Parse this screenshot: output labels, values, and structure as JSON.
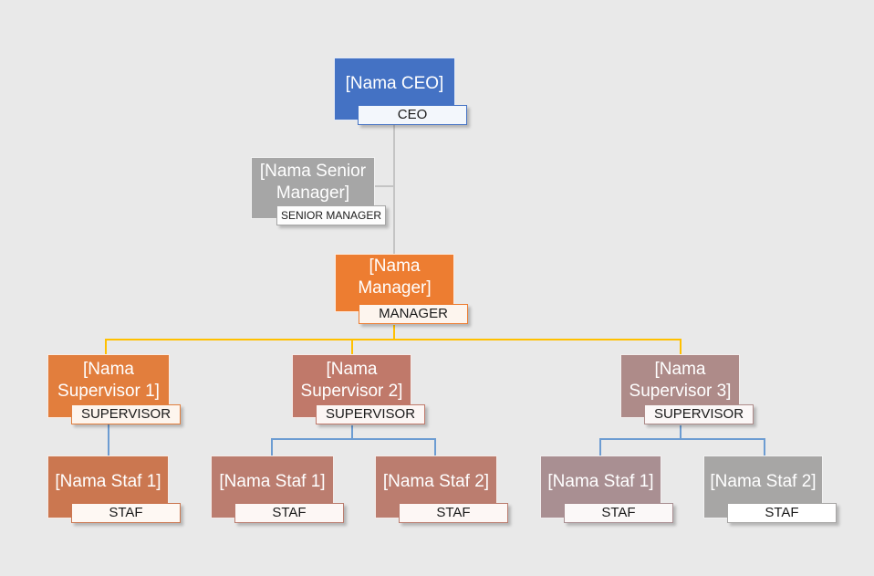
{
  "diagram": {
    "type": "org-chart",
    "background": "#E9E9E9",
    "node_text_color": "#FFFFFF",
    "badge_text_color": "#1A1A1A"
  },
  "connectors": {
    "ceo_branch_color": "#C4C4C4",
    "manager_branch_color": "#FFC000",
    "supervisor_branch_color": "#6C9CD2"
  },
  "nodes": {
    "ceo": {
      "name": "[Nama CEO]",
      "title": "CEO",
      "fill": "#4472C4",
      "badge_fill": "#F3F7FC",
      "badge_border": "#4472C4",
      "reports_to": null
    },
    "senior_manager": {
      "name": "[Nama Senior Manager]",
      "title": "SENIOR MANAGER",
      "fill": "#A6A6A6",
      "badge_fill": "#FDFDFD",
      "badge_border": "#A6A6A6",
      "reports_to": "ceo"
    },
    "manager": {
      "name": "[Nama Manager]",
      "title": "MANAGER",
      "fill": "#ED7D31",
      "badge_fill": "#FDF5EE",
      "badge_border": "#ED7D31",
      "reports_to": "ceo"
    },
    "supervisor1": {
      "name": "[Nama Supervisor 1]",
      "title": "SUPERVISOR",
      "fill": "#E27E3D",
      "badge_fill": "#FDF5EE",
      "badge_border": "#E27E3D",
      "reports_to": "manager"
    },
    "supervisor2": {
      "name": "[Nama Supervisor 2]",
      "title": "SUPERVISOR",
      "fill": "#C0796A",
      "badge_fill": "#FCF6F4",
      "badge_border": "#C0796A",
      "reports_to": "manager"
    },
    "supervisor3": {
      "name": "[Nama Supervisor 3]",
      "title": "SUPERVISOR",
      "fill": "#AE8B89",
      "badge_fill": "#FBF7F7",
      "badge_border": "#AE8B89",
      "reports_to": "manager"
    },
    "staf1_1": {
      "name": "[Nama Staf 1]",
      "title": "STAF",
      "fill": "#CB7750",
      "badge_fill": "#FEF8F3",
      "badge_border": "#CB7750",
      "reports_to": "supervisor1"
    },
    "staf2_1": {
      "name": "[Nama Staf 1]",
      "title": "STAF",
      "fill": "#BB7D6F",
      "badge_fill": "#FDF7F5",
      "badge_border": "#BB7D6F",
      "reports_to": "supervisor2"
    },
    "staf2_2": {
      "name": "[Nama Staf 2]",
      "title": "STAF",
      "fill": "#BB7D6F",
      "badge_fill": "#FDF7F5",
      "badge_border": "#BB7D6F",
      "reports_to": "supervisor2"
    },
    "staf3_1": {
      "name": "[Nama Staf 1]",
      "title": "STAF",
      "fill": "#A98F92",
      "badge_fill": "#FBF8F8",
      "badge_border": "#A98F92",
      "reports_to": "supervisor3"
    },
    "staf3_2": {
      "name": "[Nama Staf 2]",
      "title": "STAF",
      "fill": "#A7A6A5",
      "badge_fill": "#FFFFFF",
      "badge_border": "#A7A6A5",
      "reports_to": "supervisor3"
    }
  }
}
